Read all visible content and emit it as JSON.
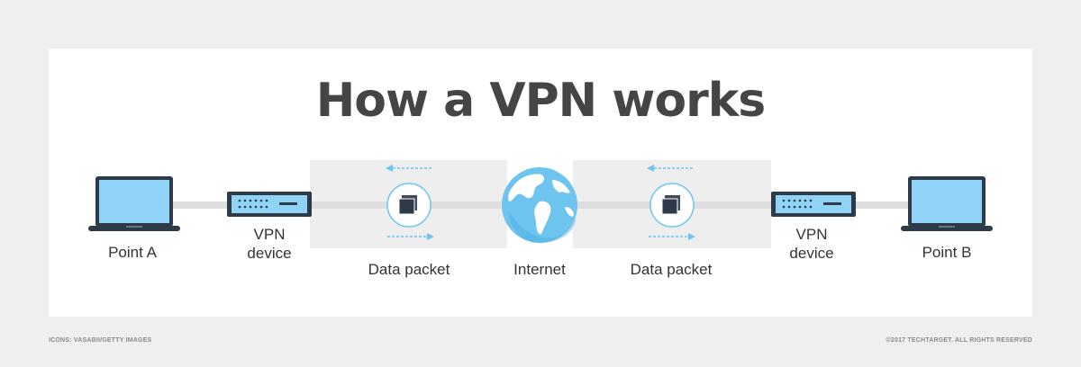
{
  "title": "How a VPN works",
  "nodes": {
    "point_a": "Point A",
    "vpn_device_left": "VPN\ndevice",
    "packet_left": "Data packet",
    "internet": "Internet",
    "packet_right": "Data packet",
    "vpn_device_right": "VPN\ndevice",
    "point_b": "Point B"
  },
  "credits": {
    "icons": "ICONS: VASABII/GETTY IMAGES",
    "copyright": "©2017 TECHTARGET. ALL RIGHTS RESERVED"
  },
  "icons": {
    "laptop": "laptop-icon",
    "vpn_device": "vpn-router-icon",
    "packet": "data-packet-icon",
    "globe": "globe-icon",
    "arrow": "dashed-arrow-icon"
  },
  "colors": {
    "background": "#efefef",
    "panel": "#ffffff",
    "title": "#454545",
    "accent_blue": "#6cc4ef",
    "screen_blue": "#8fd4f7",
    "dark": "#2f3a48",
    "tunnel": "#eeeeee"
  }
}
